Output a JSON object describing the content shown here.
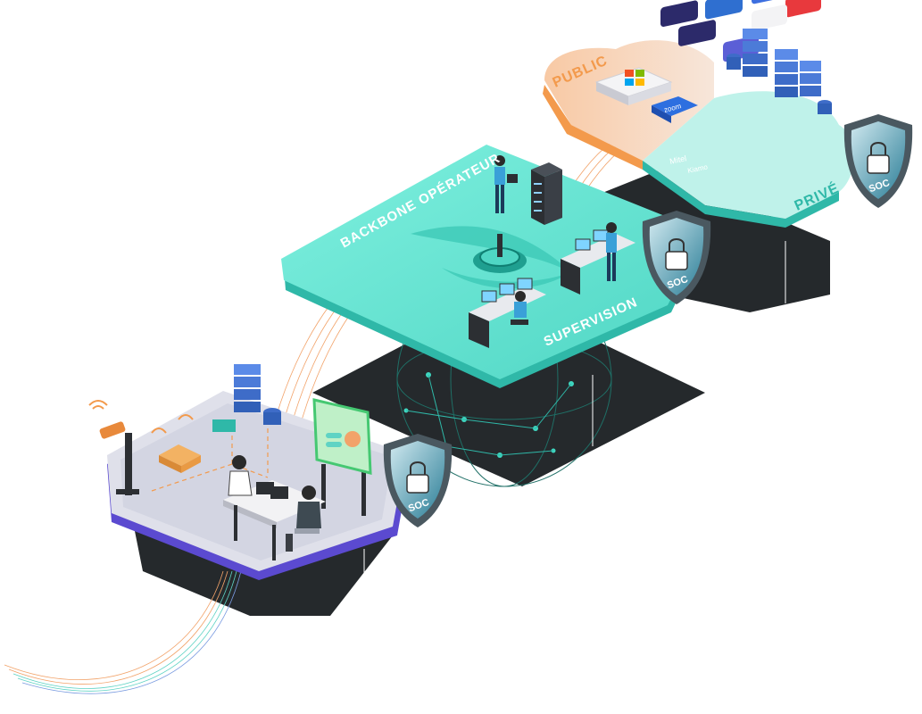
{
  "labels": {
    "public": "PUBLIC",
    "prive": "PRIVÉ",
    "backbone": "BACKBONE OPÉRATEUR",
    "supervision": "SUPERVISION"
  },
  "shields": [
    {
      "label": "SOC"
    },
    {
      "label": "SOC"
    },
    {
      "label": "SOC"
    }
  ],
  "app_tiles": [
    {
      "label": "zoom"
    },
    {
      "label": "Mitel"
    },
    {
      "label": "Kiamo"
    }
  ],
  "colors": {
    "teal": "#5fe0cf",
    "teal_dark": "#2fb8a8",
    "orange": "#f39a4c",
    "peach": "#f6d9c7",
    "dark": "#23282b",
    "purple": "#6a4cd6",
    "grey_platform": "#d9dbe4"
  }
}
